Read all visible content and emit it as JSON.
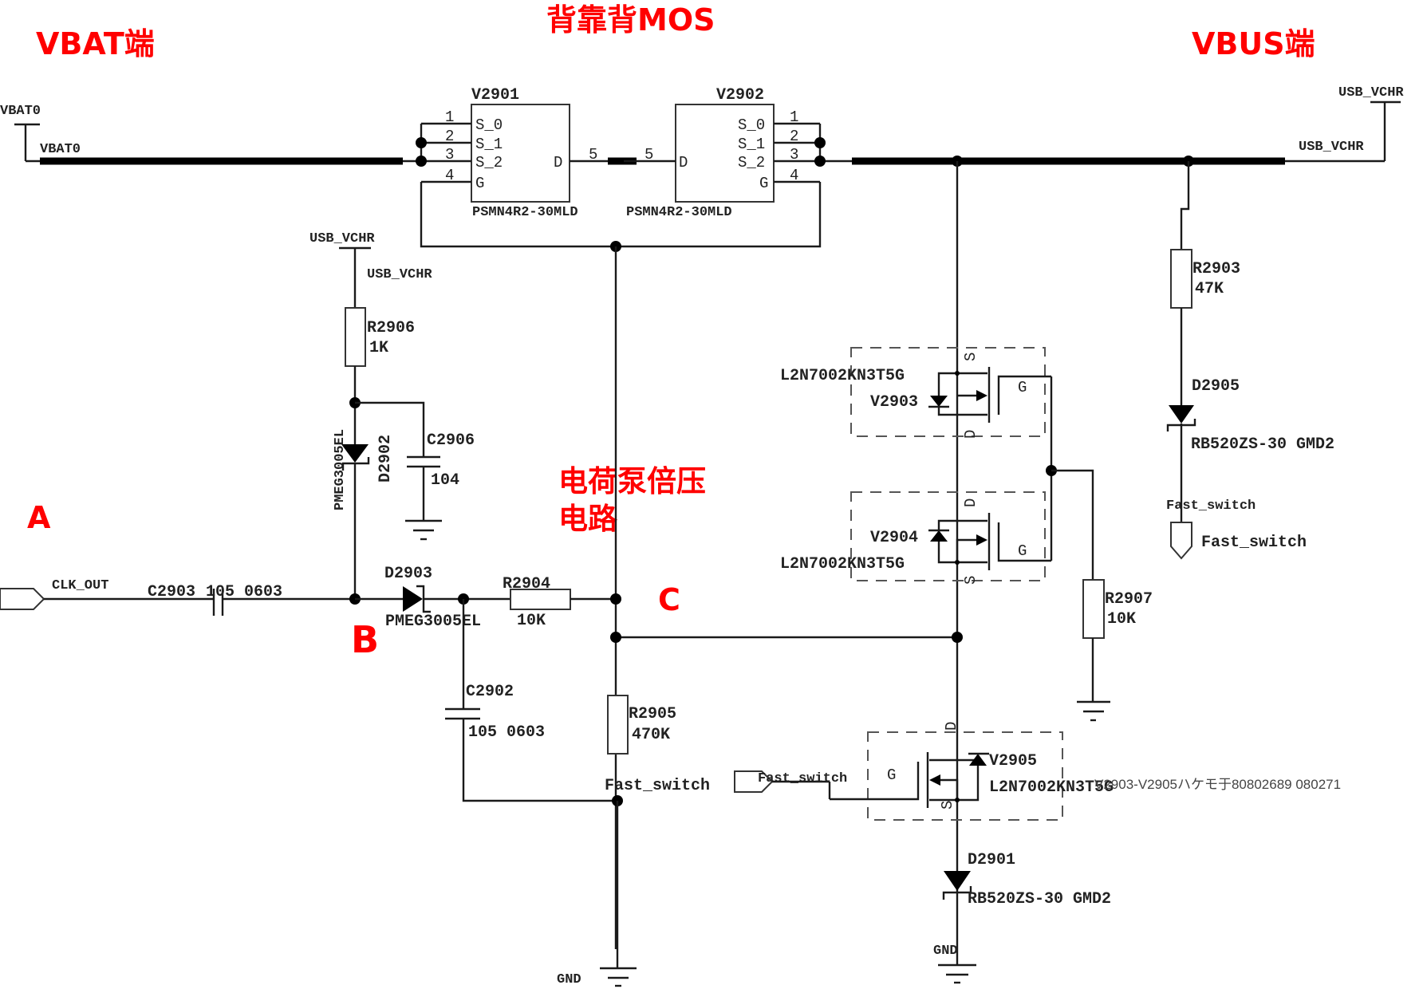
{
  "annotations": {
    "vbat_side": "VBAT端",
    "back_to_back_mos": "背靠背MOS",
    "vbus_side": "VBUS端",
    "charge_pump": [
      "电荷泵倍压",
      "电路"
    ],
    "point_a": "A",
    "point_b": "B",
    "point_c": "C"
  },
  "nets": {
    "vbat0_port": "VBAT0",
    "vbat0_net": "VBAT0",
    "usb_vchr_port_right": "USB_VCHR",
    "usb_vchr_net_right": "USB_VCHR",
    "usb_vchr_port_left": "USB_VCHR",
    "usb_vchr_net_left": "USB_VCHR",
    "clk_out": "CLK_OUT",
    "fast_switch_net_left": "Fast_switch",
    "fast_switch_port_left": "Fast_switch",
    "fast_switch_net_right": "Fast_switch",
    "fast_switch_port_right": "Fast_switch",
    "gnd_left": "GND",
    "gnd_right": "GND"
  },
  "components": {
    "v2901": {
      "ref": "V2901",
      "part": "PSMN4R2-30MLD",
      "pins": [
        "S_0",
        "S_1",
        "S_2",
        "G",
        "D"
      ],
      "pin_numbers": [
        "1",
        "2",
        "3",
        "4",
        "5"
      ]
    },
    "v2902": {
      "ref": "V2902",
      "part": "PSMN4R2-30MLD",
      "pins": [
        "S_0",
        "S_1",
        "S_2",
        "G",
        "D"
      ],
      "pin_numbers": [
        "1",
        "2",
        "3",
        "4",
        "5"
      ]
    },
    "v2903": {
      "ref": "V2903",
      "part": "L2N7002KN3T5G",
      "pin_s": "S",
      "pin_d": "D",
      "pin_g": "G"
    },
    "v2904": {
      "ref": "V2904",
      "part": "L2N7002KN3T5G",
      "pin_s": "S",
      "pin_d": "D",
      "pin_g": "G"
    },
    "v2905": {
      "ref": "V2905",
      "part": "L2N7002KN3T5G",
      "pin_s": "S",
      "pin_d": "D",
      "pin_g": "G"
    },
    "r2903": {
      "ref": "R2903",
      "value": "47K"
    },
    "r2904": {
      "ref": "R2904",
      "value": "10K"
    },
    "r2905": {
      "ref": "R2905",
      "value": "470K"
    },
    "r2906": {
      "ref": "R2906",
      "value": "1K"
    },
    "r2907": {
      "ref": "R2907",
      "value": "10K"
    },
    "c2902": {
      "ref": "C2902",
      "value": "105 0603"
    },
    "c2903": {
      "ref": "C2903",
      "value": "105 0603"
    },
    "c2906": {
      "ref": "C2906",
      "value": "104"
    },
    "d2901": {
      "ref": "D2901",
      "part": "RB520ZS-30 GMD2"
    },
    "d2902": {
      "ref": "D2902",
      "part": "PMEG3005EL"
    },
    "d2903": {
      "ref": "D2903",
      "part": "PMEG3005EL"
    },
    "d2905": {
      "ref": "D2905",
      "part": "RB520ZS-30 GMD2"
    }
  },
  "footnote": "V2903-V2905ハケモ于80802689    080271"
}
